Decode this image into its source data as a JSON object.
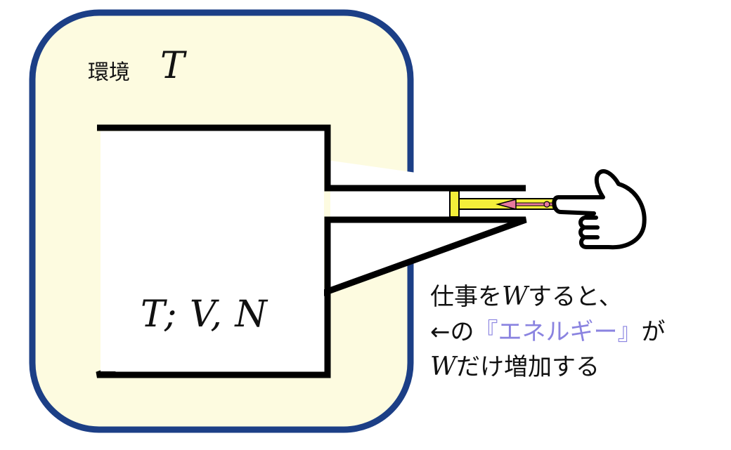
{
  "environment": {
    "label": "環境",
    "temperature_symbol": "T"
  },
  "system": {
    "label": "T; V, N"
  },
  "caption": {
    "line1_prefix": "仕事を",
    "line1_var": "W",
    "line1_suffix": "すると、",
    "line2_prefix": "←の",
    "line2_energy": "『エネルギー』",
    "line2_suffix": "が",
    "line3_var": "W",
    "line3_suffix": "だけ増加する"
  },
  "colors": {
    "environment_fill": "#fdfbe0",
    "environment_border": "#1c3f86",
    "piston": "#f3ef3a",
    "arrow": "#e8799e",
    "energy_text": "#8a83e0"
  },
  "icons": {
    "hand": "pointing-hand-icon",
    "arrow": "double-arrow-icon"
  }
}
